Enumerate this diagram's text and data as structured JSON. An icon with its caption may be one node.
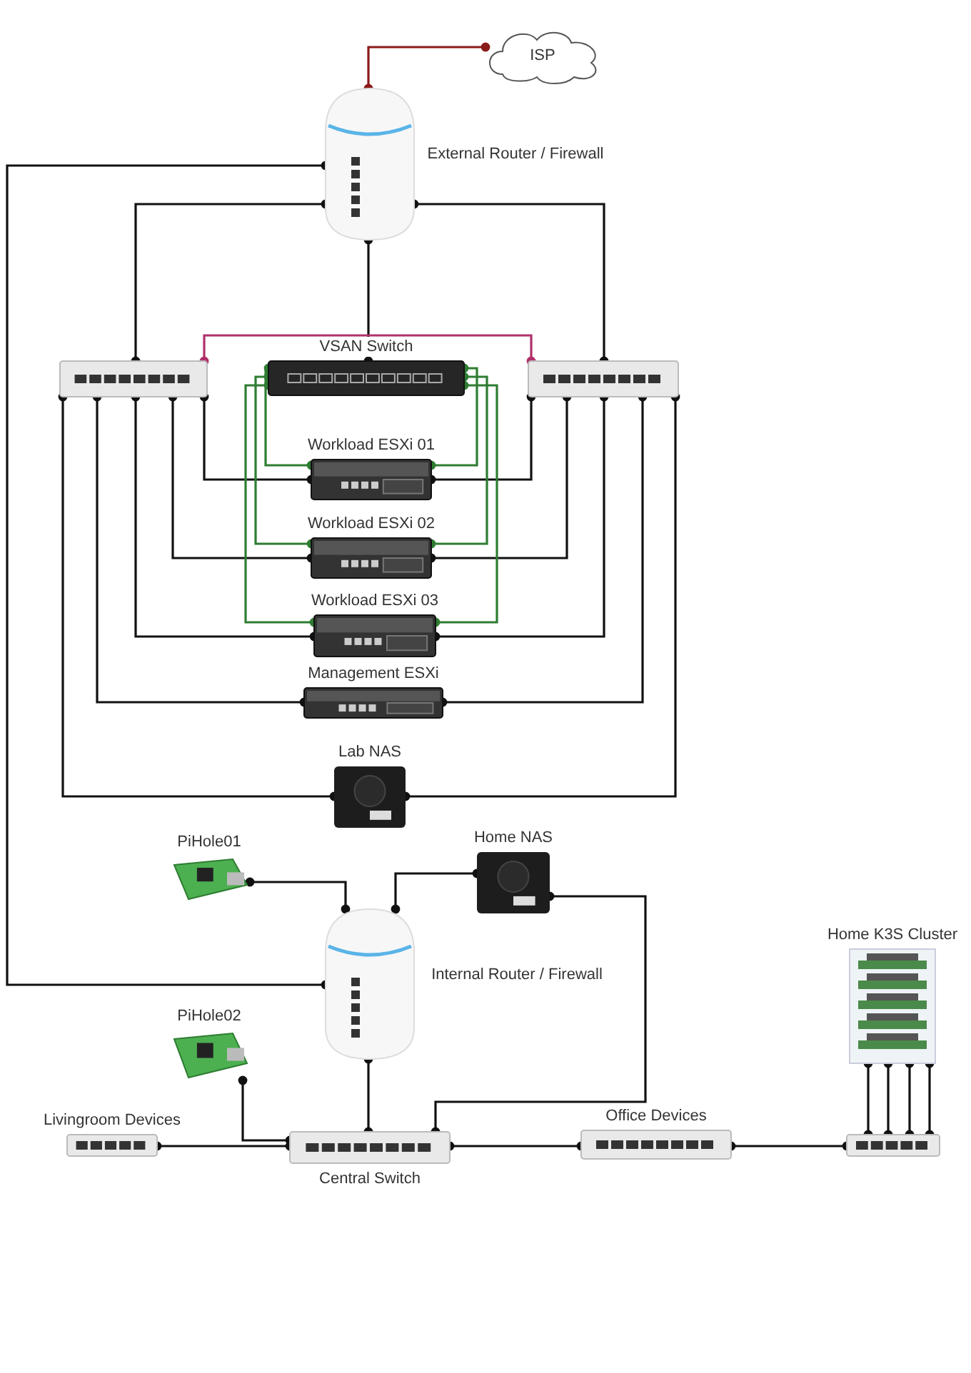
{
  "diagram": {
    "nodes": [
      {
        "text": [
          "ISP"
        ]
      },
      {
        "text": [
          "External Router / Firewall"
        ]
      },
      {
        "text": [],
        "shape": "picture"
      },
      {
        "text": [
          "VSAN Switch"
        ]
      },
      {
        "text": [],
        "shape": "picture"
      },
      {
        "text": [
          "Workload ESXi 01"
        ]
      },
      {
        "text": [
          "Workload ESXi 02"
        ]
      },
      {
        "text": [
          "Workload ESXi 03"
        ]
      },
      {
        "text": [
          "Management ESXi"
        ]
      },
      {
        "text": [
          "Lab NAS"
        ]
      },
      {
        "text": [
          "PiHole01"
        ]
      },
      {
        "text": [
          "Home NAS"
        ]
      },
      {
        "text": [
          "Internal Router / Firewall"
        ]
      },
      {
        "text": [
          "Home K3S Cluster"
        ]
      },
      {
        "text": [
          "PiHole02"
        ]
      },
      {
        "text": [
          "Livingroom Devices"
        ]
      },
      {
        "text": [
          "Central Switch"
        ]
      },
      {
        "text": [
          "Office Devices"
        ]
      },
      {
        "text": [],
        "shape": "picture"
      }
    ],
    "edges": [
      {
        "from": 1,
        "to": 0,
        "arrow": "other",
        "color": "#8b1a1a"
      },
      {
        "from": 1,
        "to": 12,
        "arrow": "other"
      },
      {
        "from": 1,
        "to": 2,
        "arrow": "other"
      },
      {
        "from": 1,
        "to": 4,
        "arrow": "other"
      },
      {
        "from": 1,
        "to": 3,
        "arrow": "other"
      },
      {
        "from": 2,
        "to": 4,
        "arrow": "other",
        "color": "#b0306a"
      },
      {
        "from": 2,
        "to": 5,
        "arrow": "other"
      },
      {
        "from": 2,
        "to": 6,
        "arrow": "other"
      },
      {
        "from": 2,
        "to": 7,
        "arrow": "other"
      },
      {
        "from": 2,
        "to": 8,
        "arrow": "other"
      },
      {
        "from": 2,
        "to": 9,
        "arrow": "other"
      },
      {
        "from": 4,
        "to": 5,
        "arrow": "other"
      },
      {
        "from": 4,
        "to": 6,
        "arrow": "other"
      },
      {
        "from": 4,
        "to": 7,
        "arrow": "other"
      },
      {
        "from": 4,
        "to": 8,
        "arrow": "other"
      },
      {
        "from": 4,
        "to": 9,
        "arrow": "other"
      },
      {
        "from": 3,
        "to": 5,
        "arrow": "other",
        "color": "#2e7d32"
      },
      {
        "from": 3,
        "to": 6,
        "arrow": "other",
        "color": "#2e7d32"
      },
      {
        "from": 3,
        "to": 7,
        "arrow": "other",
        "color": "#2e7d32"
      },
      {
        "from": 3,
        "to": 5,
        "arrow": "other",
        "color": "#2e7d32"
      },
      {
        "from": 3,
        "to": 6,
        "arrow": "other",
        "color": "#2e7d32"
      },
      {
        "from": 3,
        "to": 7,
        "arrow": "other",
        "color": "#2e7d32"
      },
      {
        "from": 10,
        "to": 12,
        "arrow": "other"
      },
      {
        "from": 11,
        "to": 12,
        "arrow": "other"
      },
      {
        "from": 11,
        "to": 16,
        "arrow": "other"
      },
      {
        "from": 12,
        "to": 16,
        "arrow": "other"
      },
      {
        "from": 14,
        "to": 16,
        "arrow": "other"
      },
      {
        "from": 15,
        "to": 16,
        "arrow": "other"
      },
      {
        "from": 16,
        "to": 17,
        "arrow": "other"
      },
      {
        "from": 17,
        "to": 18,
        "arrow": "other"
      },
      {
        "from": 13,
        "to": 18,
        "arrow": "other"
      },
      {
        "from": 13,
        "to": 18,
        "arrow": "other"
      },
      {
        "from": 13,
        "to": 18,
        "arrow": "other"
      },
      {
        "from": 13,
        "to": 18,
        "arrow": "other"
      }
    ]
  }
}
